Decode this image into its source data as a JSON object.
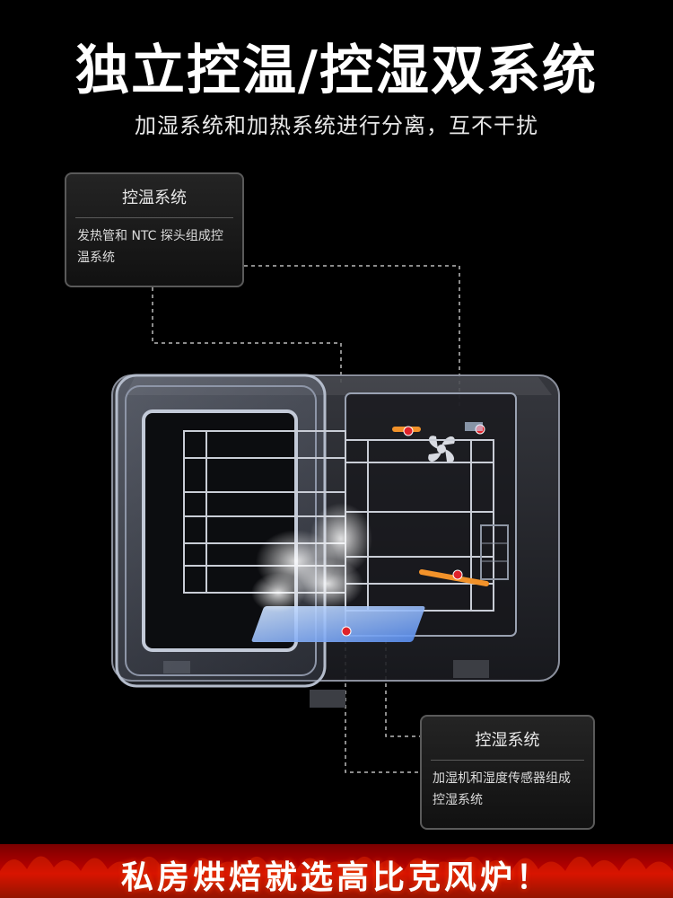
{
  "header": {
    "title": "独立控温/控湿双系统",
    "subtitle": "加湿系统和加热系统进行分离，互不干扰"
  },
  "cards": {
    "temperature": {
      "title": "控温系统",
      "description": "发热管和 NTC 探头组成控温系统"
    },
    "humidity": {
      "title": "控湿系统",
      "description": "加湿机和湿度传感器组成控湿系统"
    }
  },
  "banner": {
    "text": "私房烘焙就选高比克风炉！"
  },
  "colors": {
    "background": "#000000",
    "heater_tube": "#f2922a",
    "sensor_dot": "#e0222a",
    "humidifier_pad": "#6fa8ff",
    "banner_red": "#c40000"
  }
}
